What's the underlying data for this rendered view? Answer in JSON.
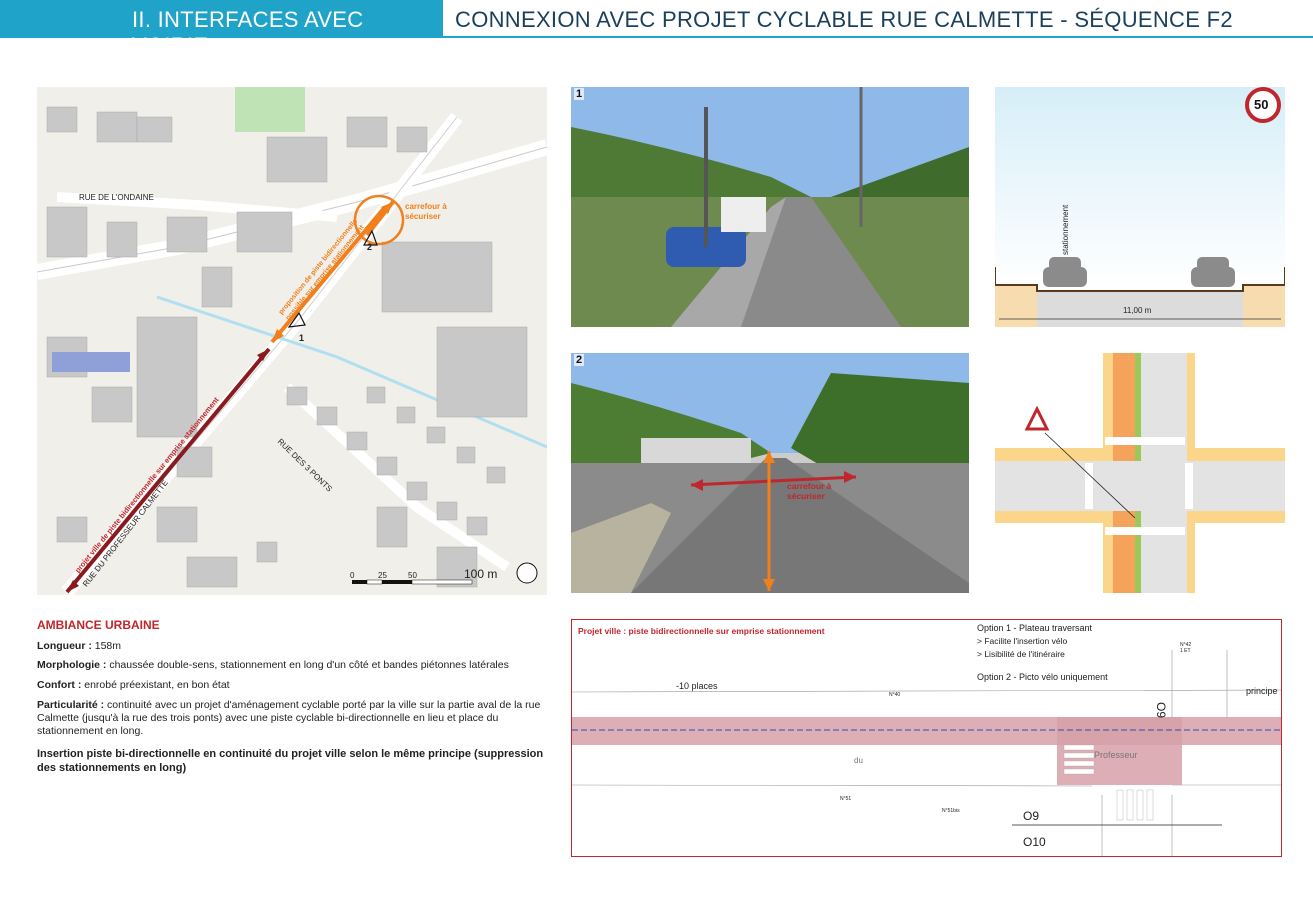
{
  "header": {
    "section": "II. INTERFACES AVEC VOIRIE",
    "title": "CONNEXION AVEC PROJET CYCLABLE RUE CALMETTE - SÉQUENCE F2"
  },
  "map": {
    "street_ondaine": "RUE DE L'ONDAINE",
    "street_3ponts": "RUE DES 3 PONTS",
    "street_calmette": "RUE DU PROFESSEUR CALMETTE",
    "orange_note": "carrefour à\nsécuriser",
    "project_label": "projet ville de piste bidirectionnelle sur emprise stationnement",
    "proposal_label": "proposition de piste bidirectionnelle possible sur emprise stationnement",
    "viewpoint_1": "1",
    "viewpoint_2": "2",
    "scale_0": "0",
    "scale_25": "25",
    "scale_50": "50",
    "scale_100": "100 m"
  },
  "photo1": {
    "tag": "1"
  },
  "photo2": {
    "tag": "2",
    "note": "carrefour à\nsécuriser"
  },
  "section_diagram": {
    "speed": "50",
    "parking_label": "stationnement",
    "width": "11,00 m"
  },
  "ambiance": {
    "title": "AMBIANCE URBAINE",
    "longueur_label": "Longueur :",
    "longueur": " 158m",
    "morpho_label": "Morphologie :",
    "morpho": " chaussée double-sens, stationnement en long d'un côté et bandes piétonnes latérales",
    "confort_label": "Confort :",
    "confort": " enrobé préexistant, en bon état",
    "partic_label": "Particularité :",
    "partic": " continuité avec un projet d'aménagement cyclable porté par la ville sur la partie aval de la rue Calmette (jusqu'à la rue des trois ponts) avec une piste cyclable bi-directionnelle en lieu et place du stationnement en long.",
    "insertion": "Insertion piste bi-directionnelle en continuité du projet ville selon le même principe (suppression des stationnements en long)"
  },
  "plan": {
    "title": "Projet ville : piste bidirectionnelle sur emprise stationnement",
    "option1": "Option 1 - Plateau traversant",
    "option1_a": "> Facilite l'insertion vélo",
    "option1_b": "> Lisibilité de l'itinéraire",
    "option2": "Option 2 - Picto vélo uniquement",
    "places": "-10 places",
    "o9_top": "O9",
    "o9": "O9",
    "o10": "O10",
    "principe": "principe",
    "n40": "N°40",
    "n51": "N°51",
    "n51b": "N°51bis",
    "n42": "N°42\n1 ET",
    "du": "du",
    "prof": "Professeur"
  },
  "colors": {
    "accent": "#1fa3c8",
    "orange": "#f07f1c",
    "red": "#c0272d",
    "bikelane": "#d7a0a8"
  }
}
